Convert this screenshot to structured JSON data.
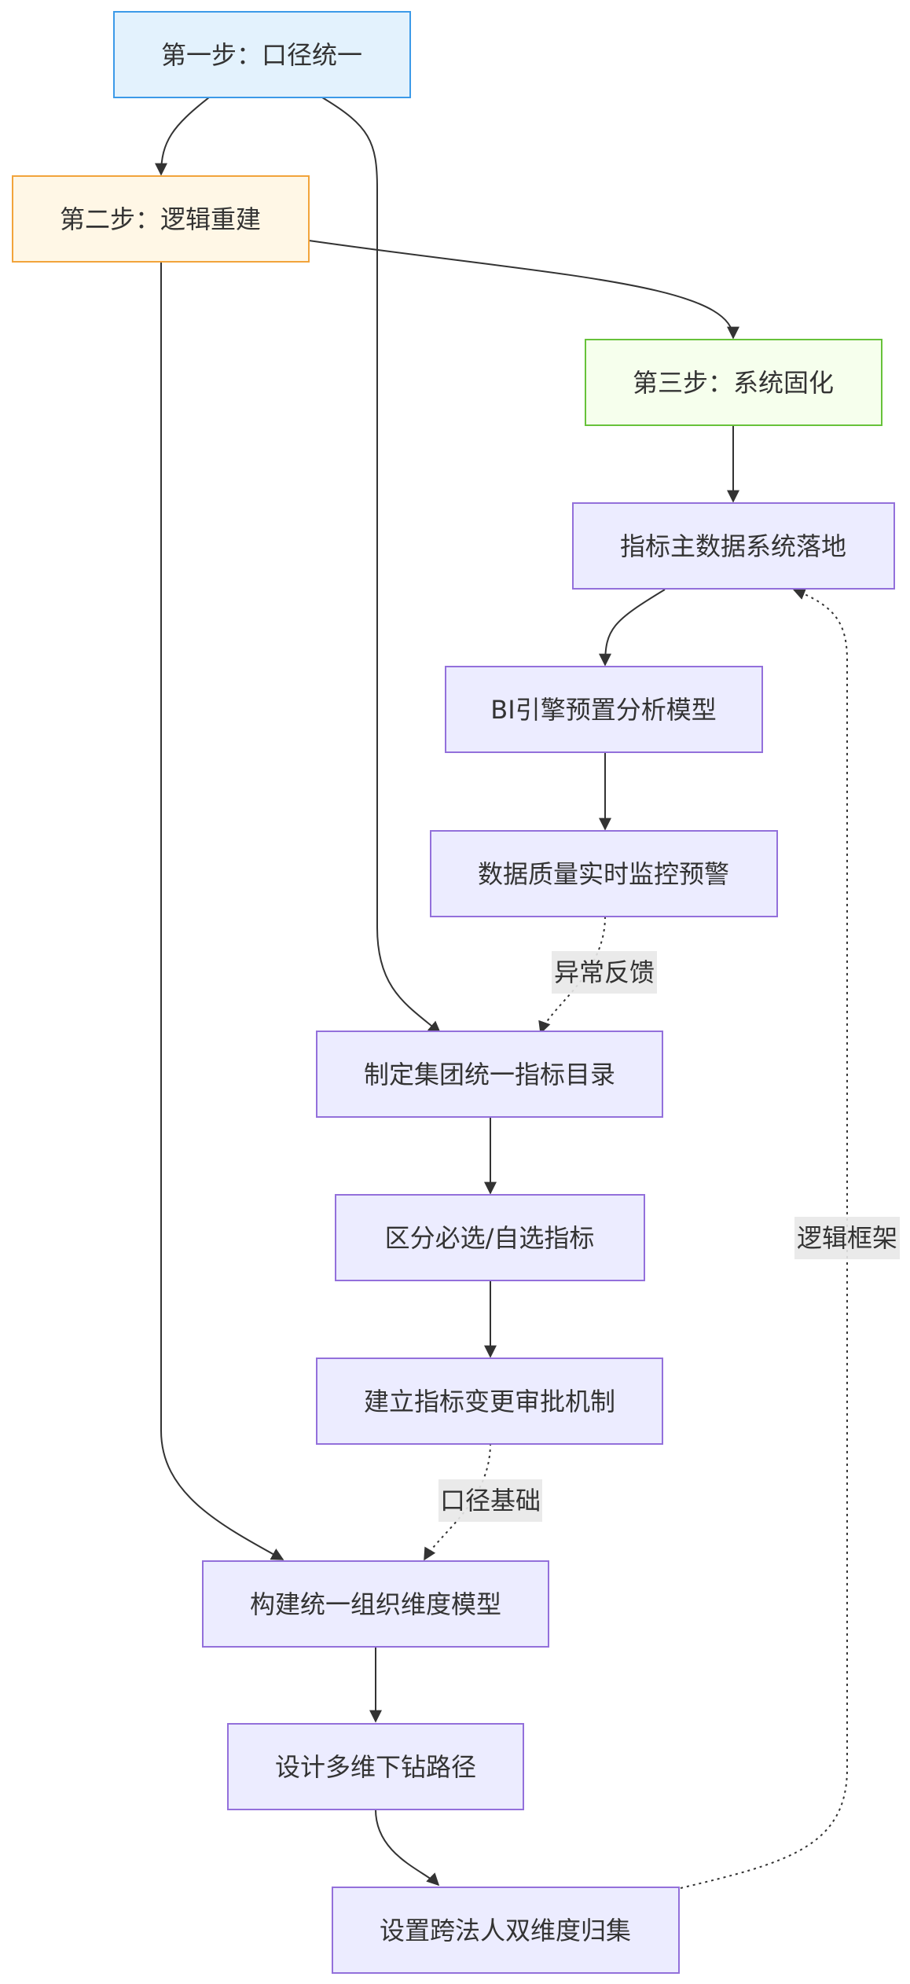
{
  "nodes": {
    "step1": {
      "label": "第一步：口径统一",
      "fill": "#e3f2fd",
      "stroke": "#3c9ae8"
    },
    "step2": {
      "label": "第二步：逻辑重建",
      "fill": "#fff7e6",
      "stroke": "#f2a43b"
    },
    "step3": {
      "label": "第三步：系统固化",
      "fill": "#f6ffed",
      "stroke": "#67c23a"
    },
    "n_indicator_master": {
      "label": "指标主数据系统落地"
    },
    "n_bi_engine": {
      "label": "BI引擎预置分析模型"
    },
    "n_dq_monitor": {
      "label": "数据质量实时监控预警"
    },
    "n_group_catalog": {
      "label": "制定集团统一指标目录"
    },
    "n_required_optional": {
      "label": "区分必选/自选指标"
    },
    "n_change_approval": {
      "label": "建立指标变更审批机制"
    },
    "n_org_dim_model": {
      "label": "构建统一组织维度模型"
    },
    "n_drilldown": {
      "label": "设计多维下钻路径"
    },
    "n_cross_entity": {
      "label": "设置跨法人双维度归集"
    }
  },
  "edge_labels": {
    "abnormal_feedback": "异常反馈",
    "caliber_basis": "口径基础",
    "logic_framework": "逻辑框架"
  },
  "colors": {
    "default_fill": "#ececff",
    "default_stroke": "#9370db",
    "edge": "#333333"
  }
}
